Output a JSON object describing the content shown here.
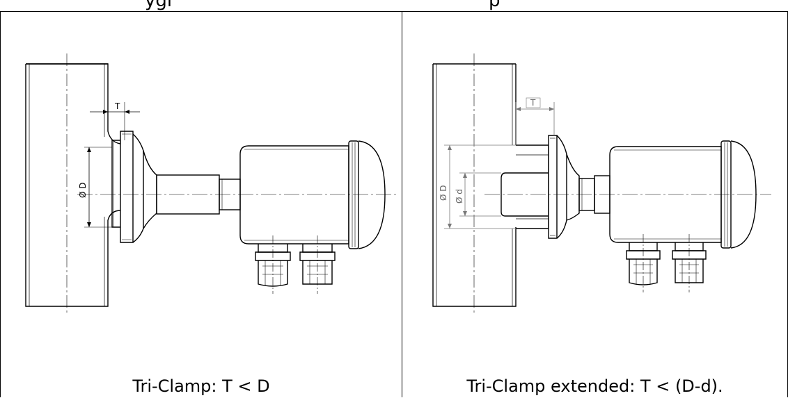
{
  "header": {
    "fragment_left": "ygi",
    "fragment_right": "p"
  },
  "panels": [
    {
      "caption": "Tri-Clamp: T < D",
      "labels": {
        "thickness": "T",
        "diameter_D": "Ø D"
      }
    },
    {
      "caption": "Tri-Clamp extended: T < (D-d).",
      "labels": {
        "thickness": "T",
        "diameter_D": "Ø D",
        "diameter_d": "Ø d"
      }
    }
  ],
  "colors": {
    "line": "#000000",
    "dim_grey": "#777777"
  }
}
